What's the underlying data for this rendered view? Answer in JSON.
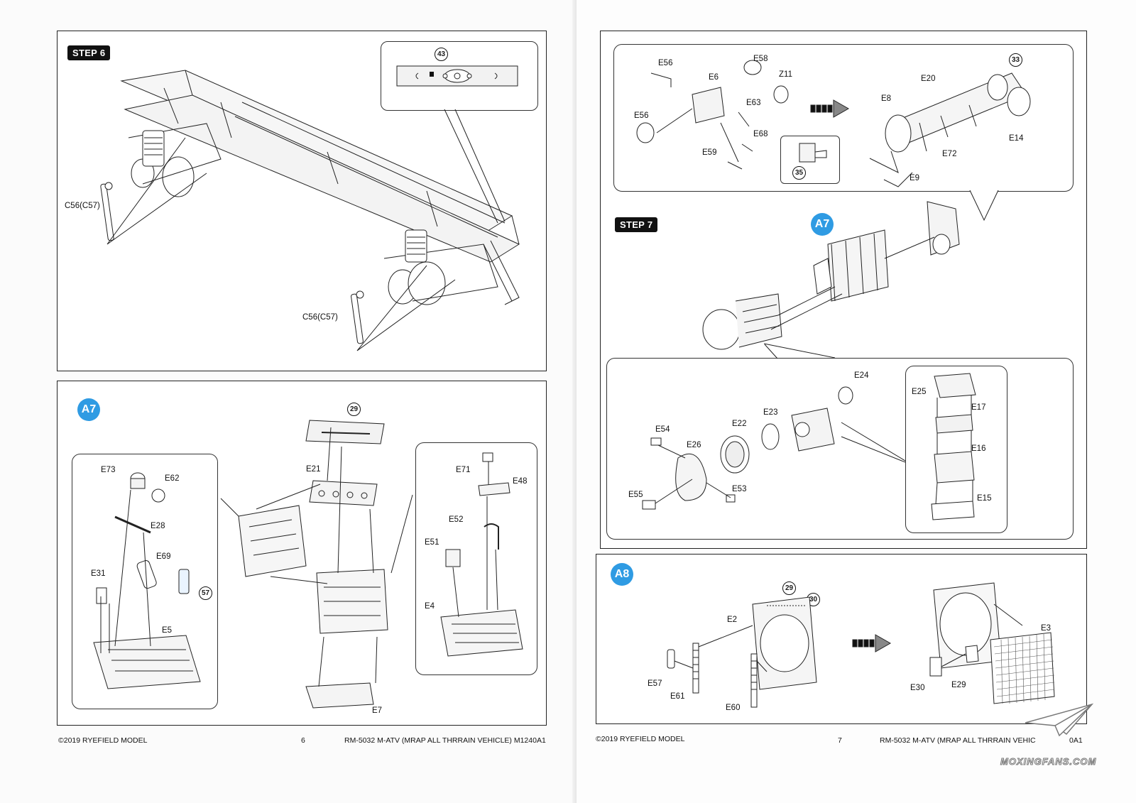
{
  "left_page": {
    "step6": {
      "tag": "STEP 6",
      "inset_callout": "43",
      "labels": [
        "C56(C57)",
        "C56(C57)"
      ]
    },
    "a7": {
      "badge": "A7",
      "callout_top": "29",
      "callout_e69": "57",
      "labels": {
        "E73": "E73",
        "E62": "E62",
        "E28": "E28",
        "E69": "E69",
        "E31": "E31",
        "E5": "E5",
        "E21": "E21",
        "E7": "E7",
        "E71": "E71",
        "E48": "E48",
        "E52": "E52",
        "E51": "E51",
        "E4": "E4"
      }
    },
    "footer": {
      "copyright": "©2019 RYEFIELD MODEL",
      "page": "6",
      "title": "RM-5032 M-ATV (MRAP ALL THRRAIN VEHICLE) M1240A1"
    }
  },
  "right_page": {
    "top_group": {
      "callout_33": "33",
      "callout_35": "35",
      "labels": {
        "E56a": "E56",
        "E6": "E6",
        "E58": "E58",
        "Z11": "Z11",
        "E56b": "E56",
        "E63": "E63",
        "E68": "E68",
        "E59": "E59",
        "E20": "E20",
        "E8": "E8",
        "E14": "E14",
        "E72": "E72",
        "E9": "E9"
      }
    },
    "step7": {
      "tag": "STEP 7",
      "badge": "A7",
      "labels": {
        "E24": "E24",
        "E25": "E25",
        "E17": "E17",
        "E23": "E23",
        "E22": "E22",
        "E54": "E54",
        "E26": "E26",
        "E16": "E16",
        "E53": "E53",
        "E55": "E55",
        "E15": "E15"
      }
    },
    "a8": {
      "badge": "A8",
      "callout_29": "29",
      "callout_30": "30",
      "labels": {
        "E2": "E2",
        "E3": "E3",
        "E57": "E57",
        "E61": "E61",
        "E60": "E60",
        "E30": "E30",
        "E29": "E29"
      }
    },
    "footer": {
      "copyright": "©2019 RYEFIELD MODEL",
      "page": "7",
      "title": "RM-5032 M-ATV (MRAP ALL THRRAIN VEHIC",
      "title_tail": "0A1"
    }
  },
  "watermark": {
    "text": "MOXINGFANS.COM",
    "icon": "paper-plane-icon"
  }
}
